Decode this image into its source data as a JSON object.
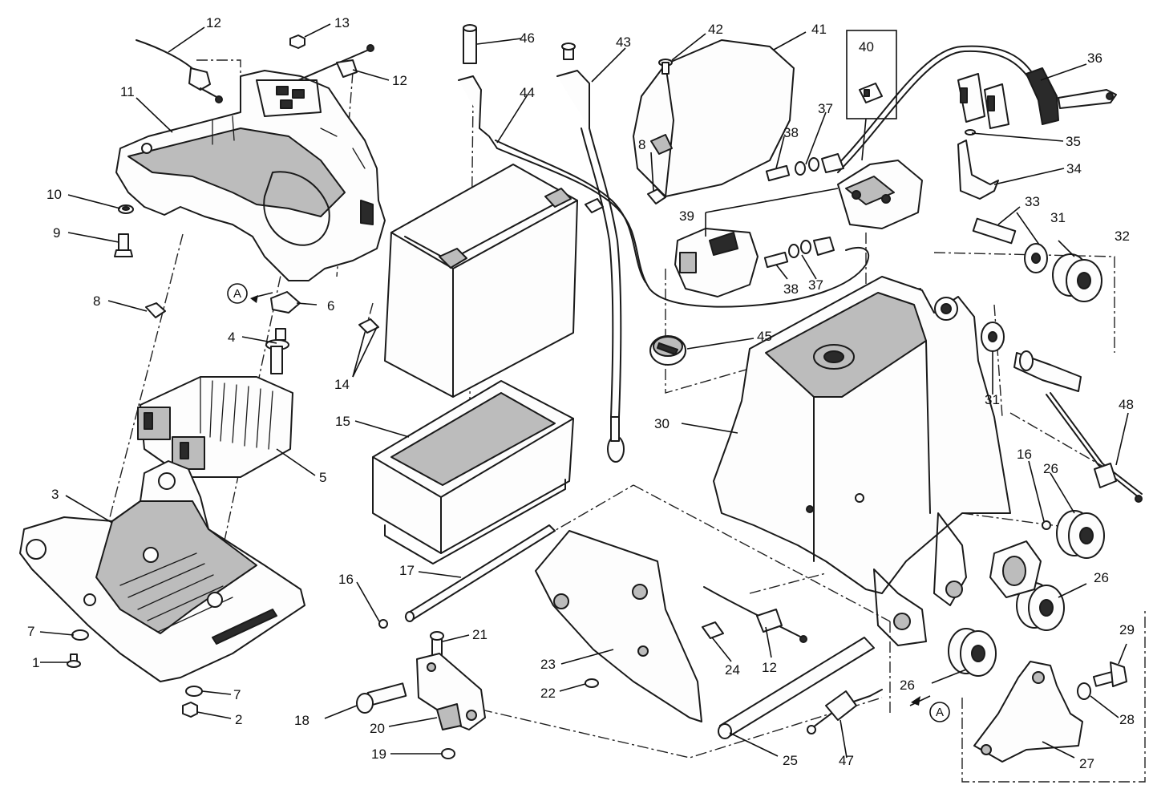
{
  "diagram": {
    "view_marker_letter": "A",
    "callouts": [
      {
        "id": "c1",
        "label": "1"
      },
      {
        "id": "c2",
        "label": "2"
      },
      {
        "id": "c3",
        "label": "3"
      },
      {
        "id": "c4",
        "label": "4"
      },
      {
        "id": "c5",
        "label": "5"
      },
      {
        "id": "c6",
        "label": "6"
      },
      {
        "id": "c7a",
        "label": "7"
      },
      {
        "id": "c7b",
        "label": "7"
      },
      {
        "id": "c8a",
        "label": "8"
      },
      {
        "id": "c8b",
        "label": "8"
      },
      {
        "id": "c9",
        "label": "9"
      },
      {
        "id": "c10",
        "label": "10"
      },
      {
        "id": "c11",
        "label": "11"
      },
      {
        "id": "c12a",
        "label": "12"
      },
      {
        "id": "c12b",
        "label": "12"
      },
      {
        "id": "c12c",
        "label": "12"
      },
      {
        "id": "c13",
        "label": "13"
      },
      {
        "id": "c14",
        "label": "14"
      },
      {
        "id": "c15",
        "label": "15"
      },
      {
        "id": "c16a",
        "label": "16"
      },
      {
        "id": "c16b",
        "label": "16"
      },
      {
        "id": "c17",
        "label": "17"
      },
      {
        "id": "c18",
        "label": "18"
      },
      {
        "id": "c19",
        "label": "19"
      },
      {
        "id": "c20",
        "label": "20"
      },
      {
        "id": "c21",
        "label": "21"
      },
      {
        "id": "c22",
        "label": "22"
      },
      {
        "id": "c23",
        "label": "23"
      },
      {
        "id": "c24",
        "label": "24"
      },
      {
        "id": "c25",
        "label": "25"
      },
      {
        "id": "c26a",
        "label": "26"
      },
      {
        "id": "c26b",
        "label": "26"
      },
      {
        "id": "c26c",
        "label": "26"
      },
      {
        "id": "c27",
        "label": "27"
      },
      {
        "id": "c28",
        "label": "28"
      },
      {
        "id": "c29",
        "label": "29"
      },
      {
        "id": "c30",
        "label": "30"
      },
      {
        "id": "c31a",
        "label": "31"
      },
      {
        "id": "c31b",
        "label": "31"
      },
      {
        "id": "c32",
        "label": "32"
      },
      {
        "id": "c33",
        "label": "33"
      },
      {
        "id": "c34",
        "label": "34"
      },
      {
        "id": "c35",
        "label": "35"
      },
      {
        "id": "c36",
        "label": "36"
      },
      {
        "id": "c37a",
        "label": "37"
      },
      {
        "id": "c37b",
        "label": "37"
      },
      {
        "id": "c38a",
        "label": "38"
      },
      {
        "id": "c38b",
        "label": "38"
      },
      {
        "id": "c39",
        "label": "39"
      },
      {
        "id": "c40",
        "label": "40"
      },
      {
        "id": "c41",
        "label": "41"
      },
      {
        "id": "c42",
        "label": "42"
      },
      {
        "id": "c43",
        "label": "43"
      },
      {
        "id": "c44",
        "label": "44"
      },
      {
        "id": "c45",
        "label": "45"
      },
      {
        "id": "c46",
        "label": "46"
      },
      {
        "id": "c47",
        "label": "47"
      },
      {
        "id": "c48",
        "label": "48"
      }
    ]
  }
}
